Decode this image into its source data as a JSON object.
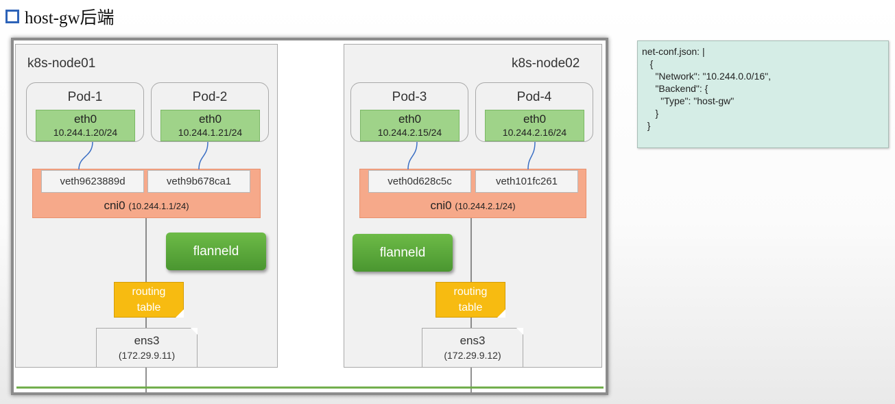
{
  "slide": {
    "title": "host-gw后端"
  },
  "nodes": [
    {
      "name": "k8s-node01",
      "pods": [
        {
          "name": "Pod-1",
          "eth": "eth0",
          "ip": "10.244.1.20/24"
        },
        {
          "name": "Pod-2",
          "eth": "eth0",
          "ip": "10.244.1.21/24"
        }
      ],
      "veths": [
        "veth9623889d",
        "veth9b678ca1"
      ],
      "cni": {
        "name": "cni0",
        "ip": "(10.244.1.1/24)"
      },
      "flanneld": "flanneld",
      "routing": {
        "line1": "routing",
        "line2": "table"
      },
      "ens": {
        "name": "ens3",
        "ip": "(172.29.9.11)"
      }
    },
    {
      "name": "k8s-node02",
      "pods": [
        {
          "name": "Pod-3",
          "eth": "eth0",
          "ip": "10.244.2.15/24"
        },
        {
          "name": "Pod-4",
          "eth": "eth0",
          "ip": "10.244.2.16/24"
        }
      ],
      "veths": [
        "veth0d628c5c",
        "veth101fc261"
      ],
      "cni": {
        "name": "cni0",
        "ip": "(10.244.2.1/24)"
      },
      "flanneld": "flanneld",
      "routing": {
        "line1": "routing",
        "line2": "table"
      },
      "ens": {
        "name": "ens3",
        "ip": "(172.29.9.12)"
      }
    }
  ],
  "config": {
    "lines": [
      "net-conf.json: |",
      "   {",
      "     \"Network\": \"10.244.0.0/16\",",
      "     \"Backend\": {",
      "       \"Type\": \"host-gw\"",
      "     }",
      "  }"
    ]
  },
  "colors": {
    "node_bg": "#f1f1f1",
    "eth_green": "#9fd389",
    "cni_salmon": "#f6a98a",
    "flanneld_green": "#5aa63a",
    "routing_amber": "#f7bb11",
    "link_blue": "#3b6fc4",
    "network_line": "#6cab46",
    "note_bg": "#d5ede6",
    "title_bullet": "#2d63b8"
  }
}
